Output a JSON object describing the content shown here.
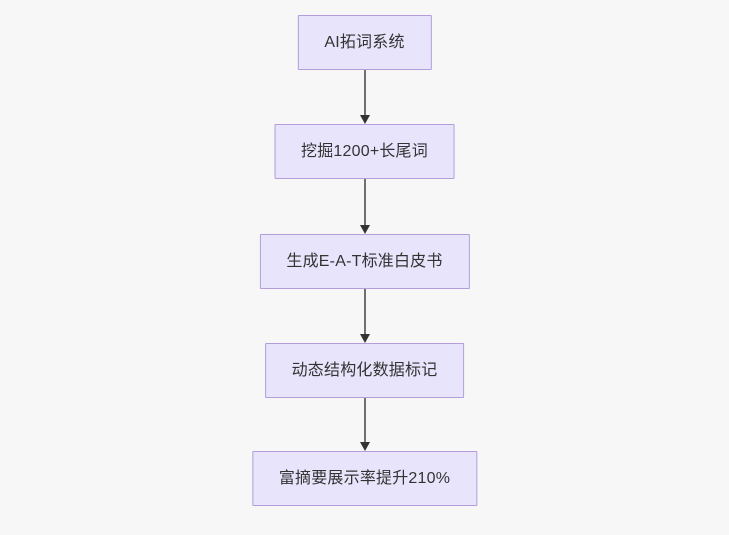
{
  "diagram": {
    "type": "flowchart",
    "direction": "top-to-bottom",
    "background_color": "#f7f7f8",
    "node_fill_color": "#e8e4fb",
    "node_border_color": "#b39ddb",
    "node_text_color": "#333333",
    "edge_color": "#707070",
    "arrowhead_color": "#333333",
    "nodes": [
      {
        "id": "node-1",
        "label": "AI拓词系统"
      },
      {
        "id": "node-2",
        "label": "挖掘1200+长尾词"
      },
      {
        "id": "node-3",
        "label": "生成E-A-T标准白皮书"
      },
      {
        "id": "node-4",
        "label": "动态结构化数据标记"
      },
      {
        "id": "node-5",
        "label": "富摘要展示率提升210%"
      }
    ],
    "edges": [
      {
        "id": "edge-1",
        "from": "node-1",
        "to": "node-2",
        "label": ""
      },
      {
        "id": "edge-2",
        "from": "node-2",
        "to": "node-3",
        "label": ""
      },
      {
        "id": "edge-3",
        "from": "node-3",
        "to": "node-4",
        "label": ""
      },
      {
        "id": "edge-4",
        "from": "node-4",
        "to": "node-5",
        "label": ""
      }
    ]
  }
}
